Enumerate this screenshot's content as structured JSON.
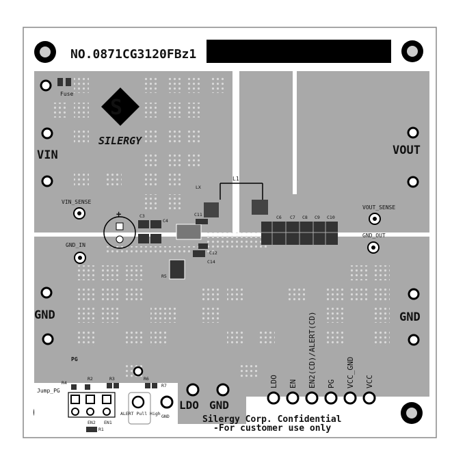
{
  "board": {
    "part_number": "NO.0871CG3120FBz1",
    "brand": "SILERGY",
    "confidential_line1": "Silergy Corp. Confidential",
    "confidential_line2": "-For customer use only"
  },
  "labels": {
    "vin": "VIN",
    "vout": "VOUT",
    "gnd_left": "GND",
    "gnd_right": "GND",
    "vin_sense": "VIN_SENSE",
    "vout_sense": "VOUT_SENSE",
    "gnd_in": "GND_IN",
    "gnd_out": "GND_OUT",
    "fuse": "Fuse",
    "lx": "LX",
    "l1": "L1",
    "ldo_big": "LDO",
    "gnd_big": "GND",
    "jump_pg": "Jump_PG",
    "pg_top": "PG",
    "alert_pull_high": "ALERT Pull High",
    "gnd_small": "GND",
    "plus": "+"
  },
  "components": {
    "c3": "C3",
    "c4": "C4",
    "c6": "C6",
    "c7": "C7",
    "c8": "C8",
    "c9": "C9",
    "c10": "C10",
    "c11": "C11",
    "c12": "C12",
    "c14": "C14",
    "r1": "R1",
    "r2": "R2",
    "r3": "R3",
    "r4": "R4",
    "r5": "R5",
    "r6": "R6",
    "r7": "R7",
    "en1": "EN1",
    "en2": "EN2"
  },
  "test_points": [
    "LDO",
    "EN",
    "EN2(CD)/ALERT(CD)",
    "PG",
    "VCC_GND",
    "VCC"
  ],
  "colors": {
    "copper": "#a9a9a9",
    "silk_bg": "#ffffff",
    "pad": "#3a3a3a",
    "solder_mask_bar": "#000000"
  }
}
